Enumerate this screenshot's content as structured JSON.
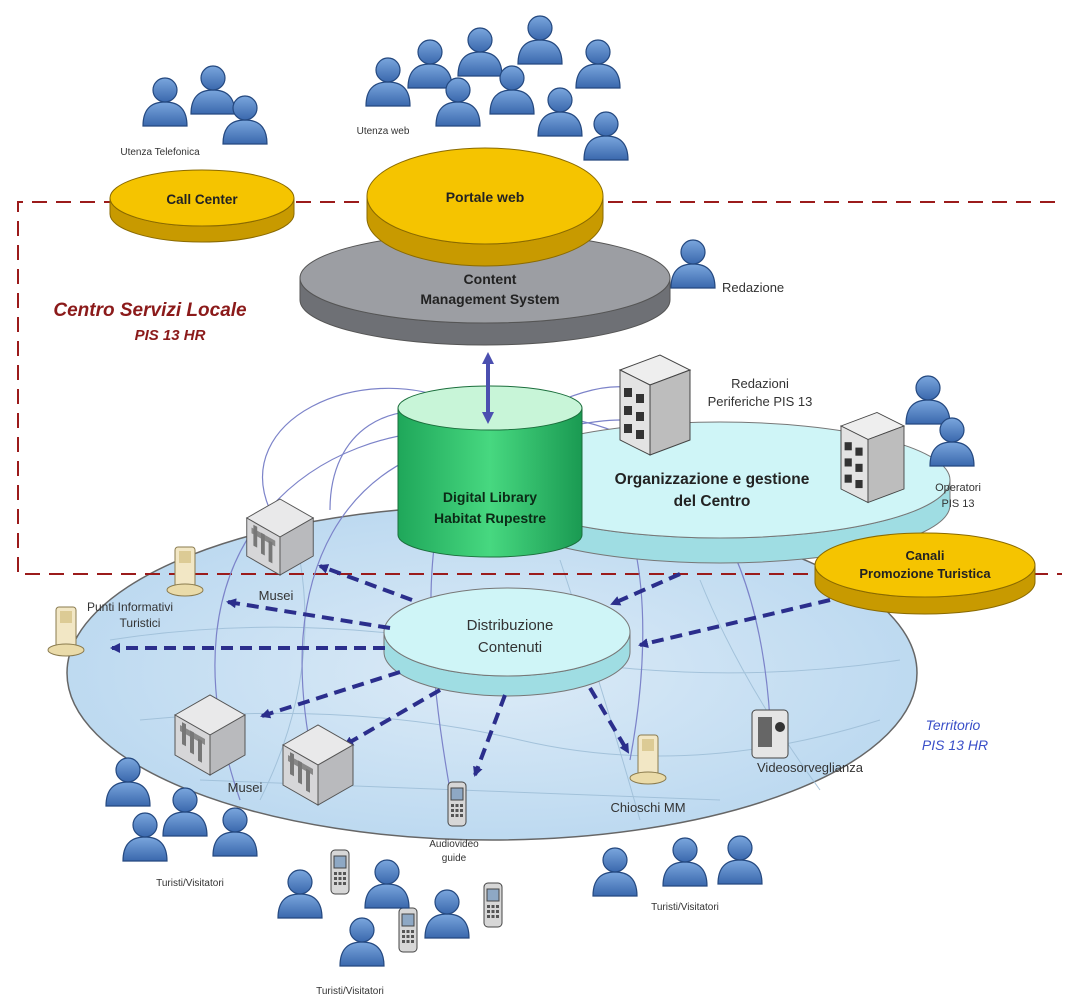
{
  "diagram": {
    "center_label_line1": "Centro Servizi Locale",
    "center_label_line2": "PIS 13 HR",
    "territory_label_line1": "Territorio",
    "territory_label_line2": "PIS 13 HR"
  },
  "nodes": {
    "call_center": "Call Center",
    "portale_web": "Portale web",
    "cms_line1": "Content",
    "cms_line2": "Management System",
    "digital_library_line1": "Digital Library",
    "digital_library_line2": "Habitat Rupestre",
    "organizzazione_line1": "Organizzazione e gestione",
    "organizzazione_line2": "del Centro",
    "canali_line1": "Canali",
    "canali_line2": "Promozione Turistica",
    "distribuzione_line1": "Distribuzione",
    "distribuzione_line2": "Contenuti"
  },
  "labels": {
    "utenza_telefonica": "Utenza Telefonica",
    "utenza_web": "Utenza web",
    "redazione": "Redazione",
    "redazioni_line1": "Redazioni",
    "redazioni_line2": "Periferiche PIS 13",
    "operatori_line1": "Operatori",
    "operatori_line2": "PIS 13",
    "musei_top": "Musei",
    "musei_bottom": "Musei",
    "punti_line1": "Punti Informativi",
    "punti_line2": "Turistici",
    "videosorveglianza": "Videosorveglianza",
    "chioschi": "Chioschi MM",
    "audiovideo_line1": "Audiovideo",
    "audiovideo_line2": "guide",
    "turisti_left": "Turisti/Visitatori",
    "turisti_right": "Turisti/Visitatori",
    "turisti_bottom": "Turisti/Visitatori"
  },
  "colors": {
    "yellow": "#F5C400",
    "gray": "#9C9EA3",
    "green": "#2EC26A",
    "lightblue": "#CFF5F7",
    "territory": "#BFDDF2",
    "person": "#4E7DBE",
    "arrow": "#2B2E8C",
    "dashed": "#9B1B1B"
  }
}
